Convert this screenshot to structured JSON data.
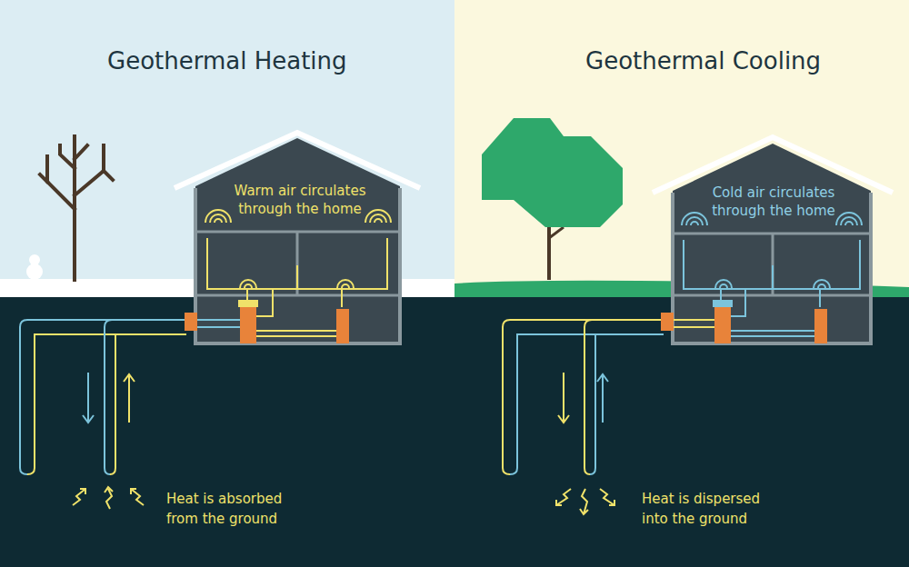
{
  "diagram": {
    "nodes": [
      {
        "text": [
          "Warm air circulates through the home"
        ]
      },
      {
        "text": [
          "Cold air circulates through the home"
        ]
      }
    ],
    "labels": [
      "Geothermal Heating",
      "Geothermal Cooling",
      "Heat is absorbed from the ground",
      "Heat is dispersed into the ground"
    ]
  }
}
